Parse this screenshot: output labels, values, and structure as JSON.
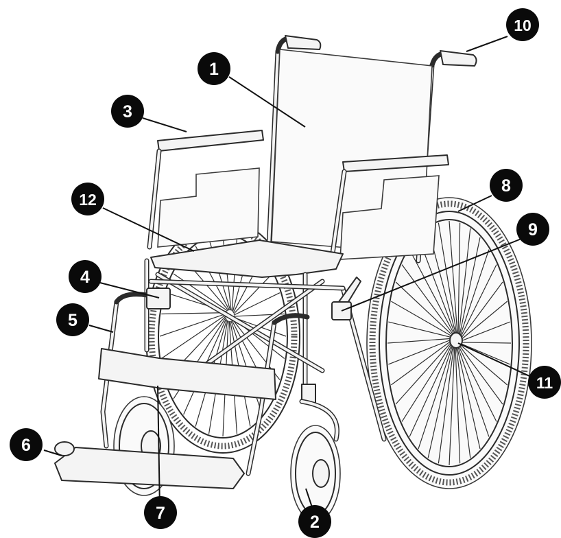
{
  "callouts": [
    {
      "id": "1",
      "label": "1"
    },
    {
      "id": "2",
      "label": "2"
    },
    {
      "id": "3",
      "label": "3"
    },
    {
      "id": "4",
      "label": "4"
    },
    {
      "id": "5",
      "label": "5"
    },
    {
      "id": "6",
      "label": "6"
    },
    {
      "id": "7",
      "label": "7"
    },
    {
      "id": "8",
      "label": "8"
    },
    {
      "id": "9",
      "label": "9"
    },
    {
      "id": "10",
      "label": "10"
    },
    {
      "id": "11",
      "label": "11"
    },
    {
      "id": "12",
      "label": "12"
    }
  ],
  "colors": {
    "line": "#2b2b2b",
    "fill": "#f4f4f4",
    "callout": "#0a0a0a",
    "callout_text": "#ffffff"
  }
}
